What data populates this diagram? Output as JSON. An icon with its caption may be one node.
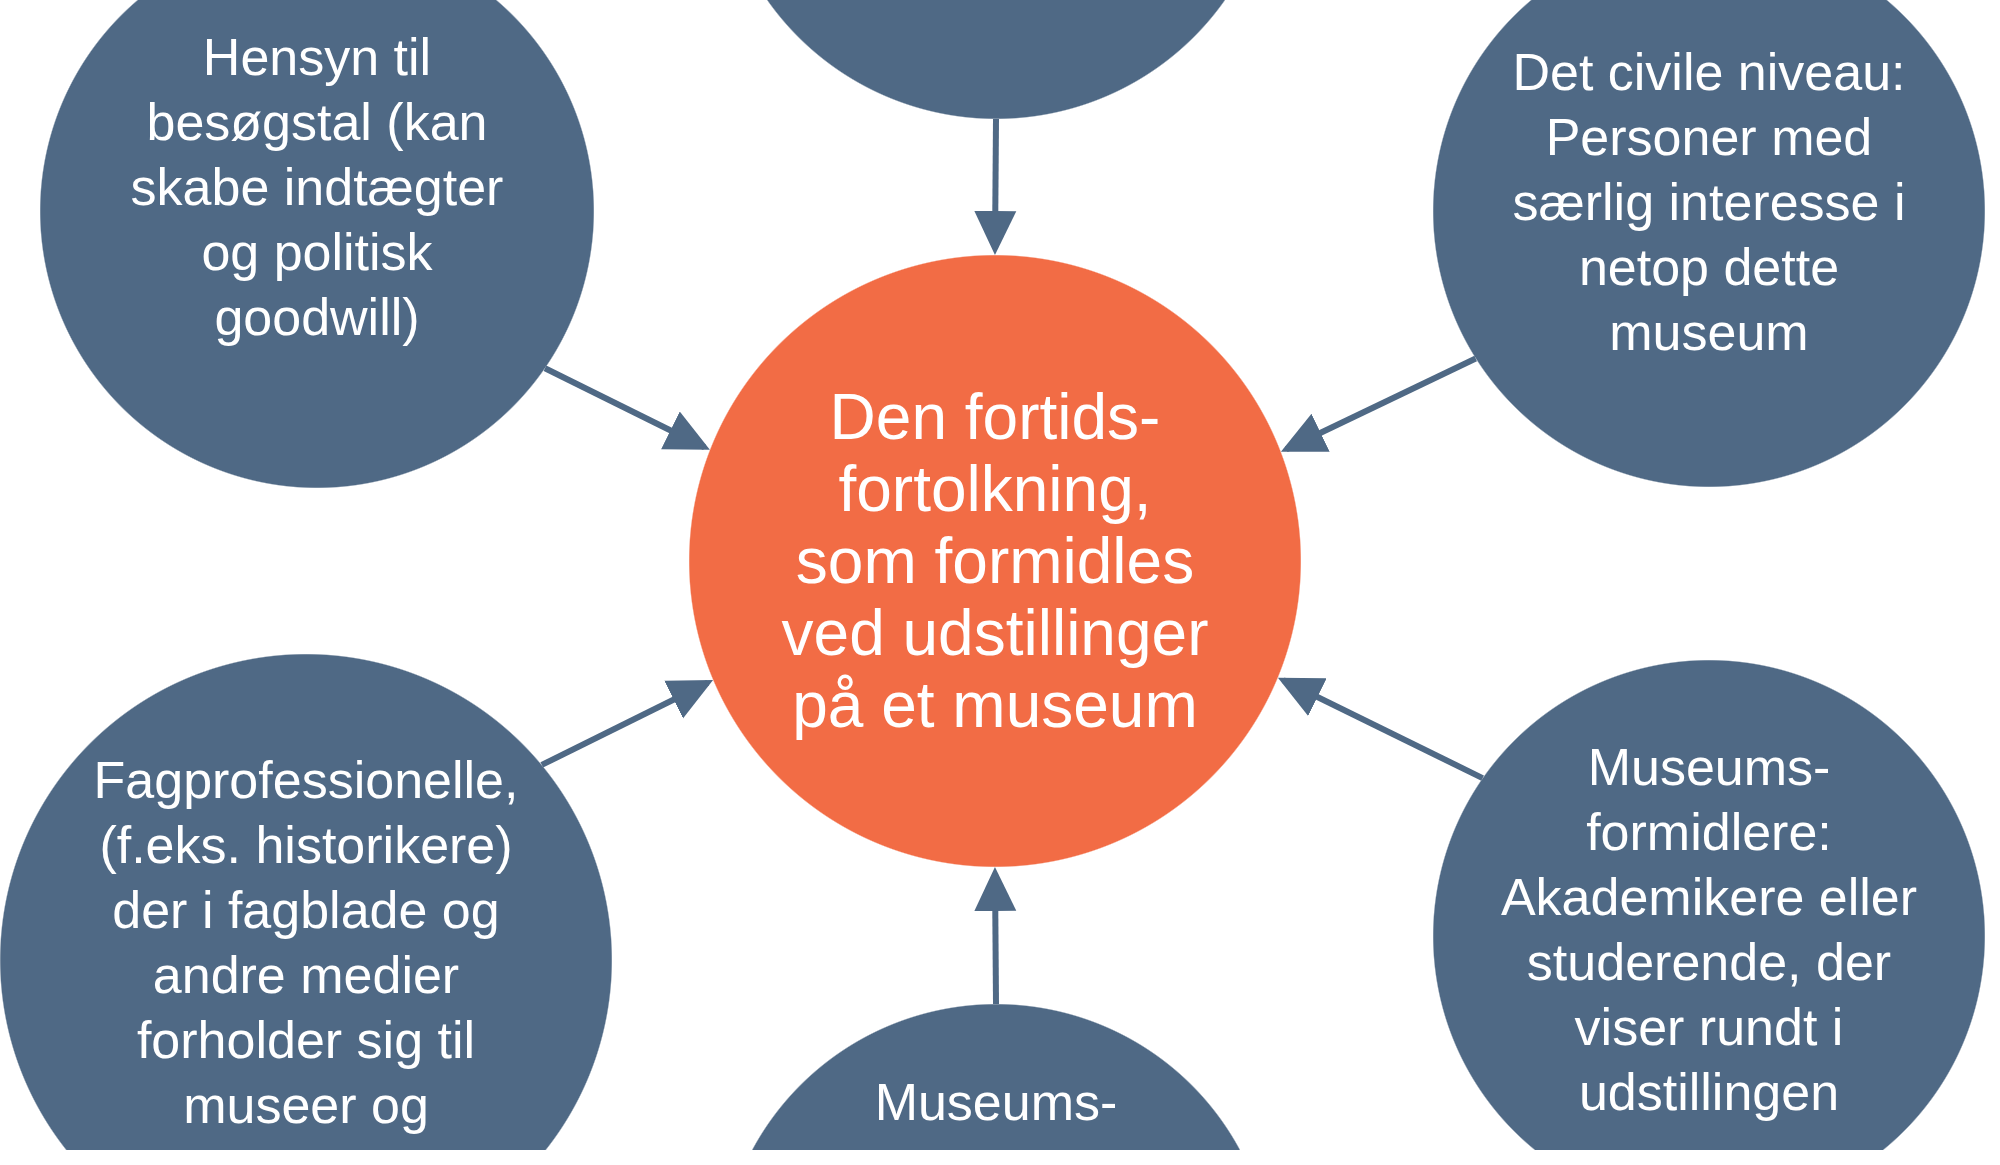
{
  "diagram": {
    "nodes": [
      {
        "text": [],
        "shape": "circle"
      },
      {
        "text": [
          "Hensyn til besøgstal (kan skabe indtægter og politisk goodwill)"
        ]
      },
      {
        "text": [
          "Det civile niveau: Personer med særlig interesse i netop dette museum"
        ]
      },
      {
        "text": [
          "Den fortids- fortolkning, som formidles ved udstillinger på et museum"
        ]
      },
      {
        "text": [
          "Fagprofessionelle, (f.eks. historikere) der i fagblade og andre medier forholder sig til museer og"
        ]
      },
      {
        "text": [
          "Museums- formidlere: Akademikere eller studerende, der viser rundt i udstillingen"
        ]
      },
      {
        "text": [
          "Museums-"
        ]
      }
    ],
    "edges": [
      {
        "from": 0,
        "to": 3,
        "arrow": "to"
      },
      {
        "from": 1,
        "to": 3,
        "arrow": "to"
      },
      {
        "from": 2,
        "to": 3,
        "arrow": "to"
      },
      {
        "from": 4,
        "to": 3,
        "arrow": "to"
      },
      {
        "from": 5,
        "to": 3,
        "arrow": "to"
      },
      {
        "from": 6,
        "to": 3,
        "arrow": "to"
      }
    ]
  }
}
